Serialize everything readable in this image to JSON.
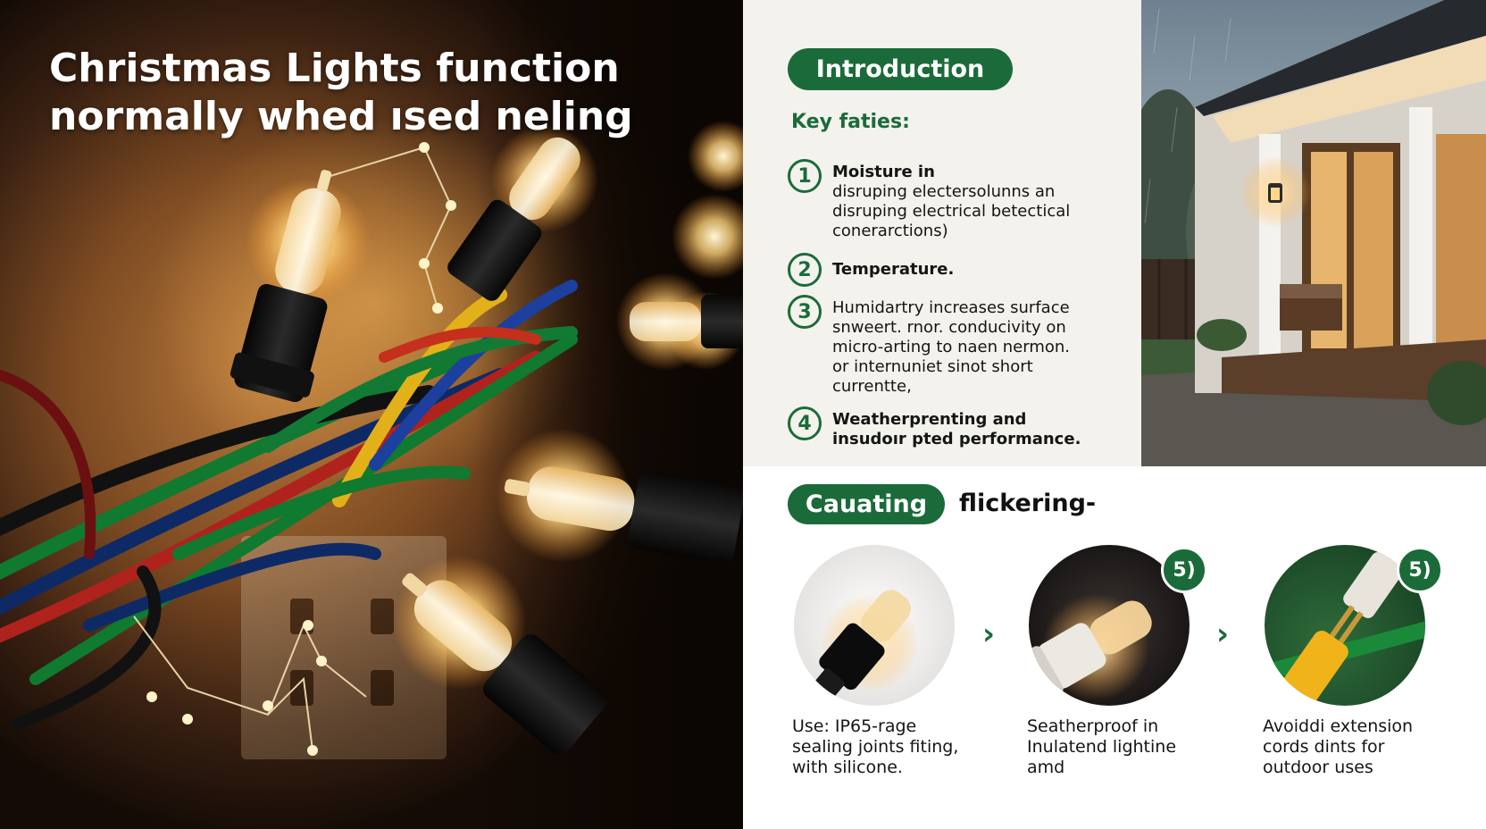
{
  "hero": {
    "title_line1": "Christmas Lights function",
    "title_line2": "normally whed  ısed neling"
  },
  "intro": {
    "pill_label": "Introduction",
    "key_title": "Key faties:",
    "items": [
      {
        "num": "1",
        "lines": [
          "Moisture in",
          "disruping electersolunns an",
          "disruping electrical betectical",
          "conerarctions)"
        ],
        "bold_first": true
      },
      {
        "num": "2",
        "lines": [
          "Temperature."
        ],
        "bold_first": true
      },
      {
        "num": "3",
        "lines": [
          "Humidartry increases surface",
          "snweert. rnor. conducivity on",
          "micro-arting to naen nermon.",
          "or internuniet sinot short",
          "currentte,"
        ],
        "bold_first": false
      },
      {
        "num": "4",
        "lines": [
          "Weatherprenting and",
          "insudoır pted performance."
        ],
        "bold_first": true
      }
    ]
  },
  "bottom": {
    "pill_label": "Cauating",
    "heading": "flickering-",
    "tips": [
      {
        "badge": "",
        "lines": [
          "Use: IP65-rage",
          "sealing joints fiting,",
          "with silicone."
        ]
      },
      {
        "badge": "5)",
        "lines": [
          "Seatherproof in",
          "Inulatend lightine",
          "amd"
        ]
      },
      {
        "badge": "5)",
        "lines": [
          "Avoiddi extension",
          "cords dints for",
          "outdoor uses"
        ]
      }
    ],
    "chevron": "›"
  },
  "colors": {
    "brand_green": "#1b6b3a",
    "panel_bg": "#f3f2ec",
    "hero_warm": "#b87a3c"
  },
  "icons": {
    "step_marker": "numbered-circle-icon",
    "next_arrow": "chevron-right-icon"
  }
}
